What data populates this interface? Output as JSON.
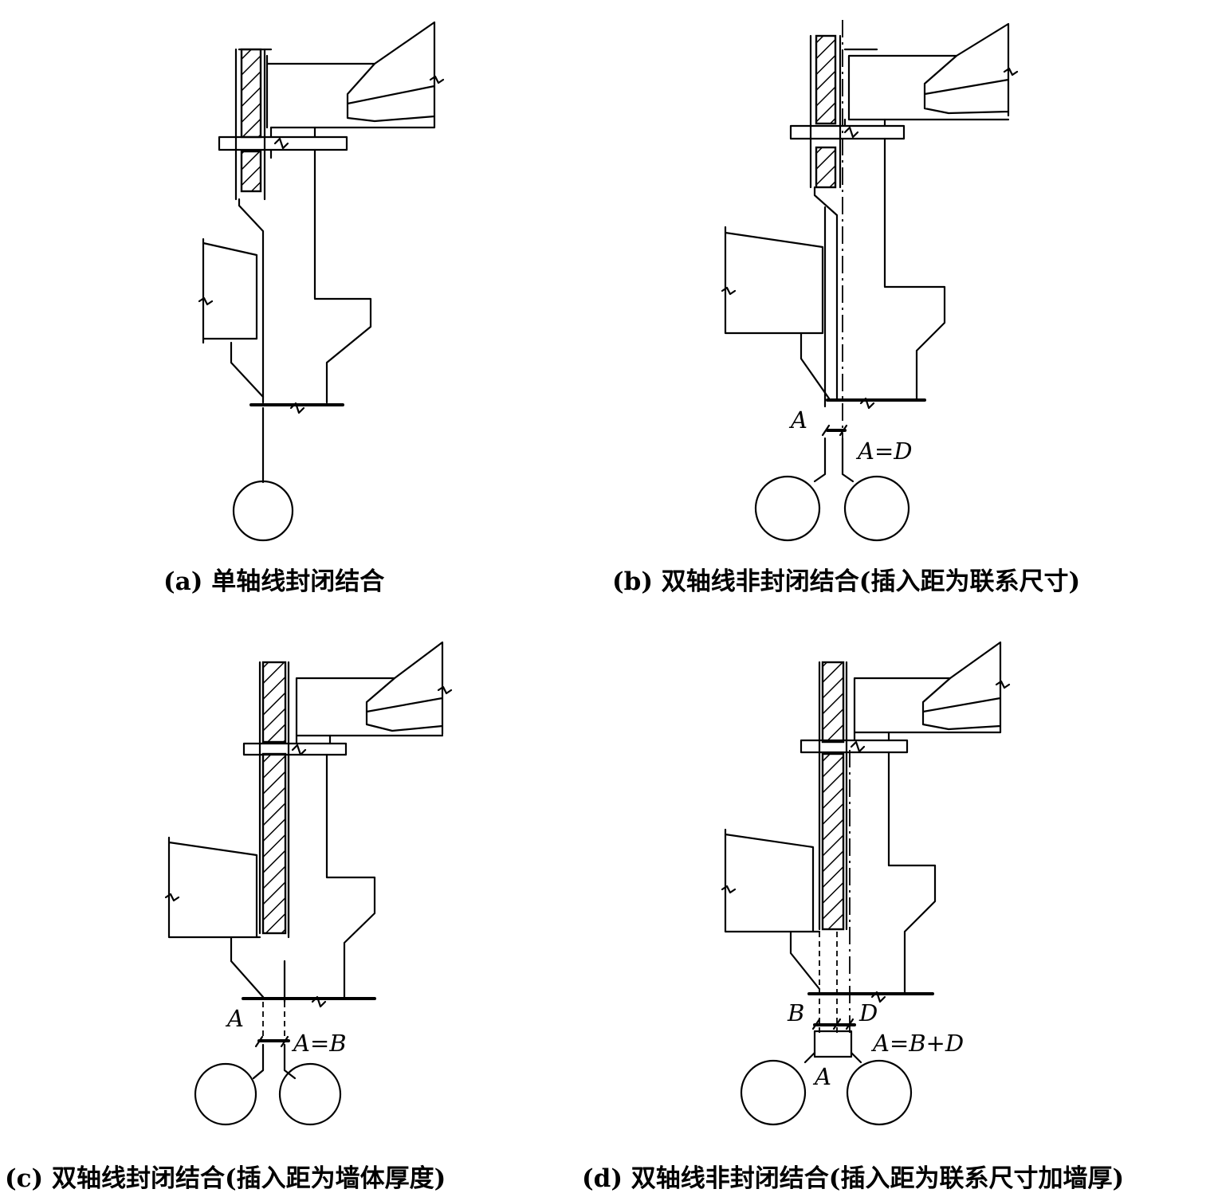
{
  "panels": [
    {
      "id": "a",
      "caption": "(a) 单轴线封闭结合",
      "labels": []
    },
    {
      "id": "b",
      "caption": "(b) 双轴线非封闭结合(插入距为联系尺寸)",
      "labels": [
        "A",
        "A=D"
      ]
    },
    {
      "id": "c",
      "caption": "(c) 双轴线封闭结合(插入距为墙体厚度)",
      "labels": [
        "A",
        "A=B"
      ]
    },
    {
      "id": "d",
      "caption": "(d) 双轴线非封闭结合(插入距为联系尺寸加墙厚)",
      "labels": [
        "B",
        "D",
        "A=B+D",
        "A"
      ]
    }
  ]
}
